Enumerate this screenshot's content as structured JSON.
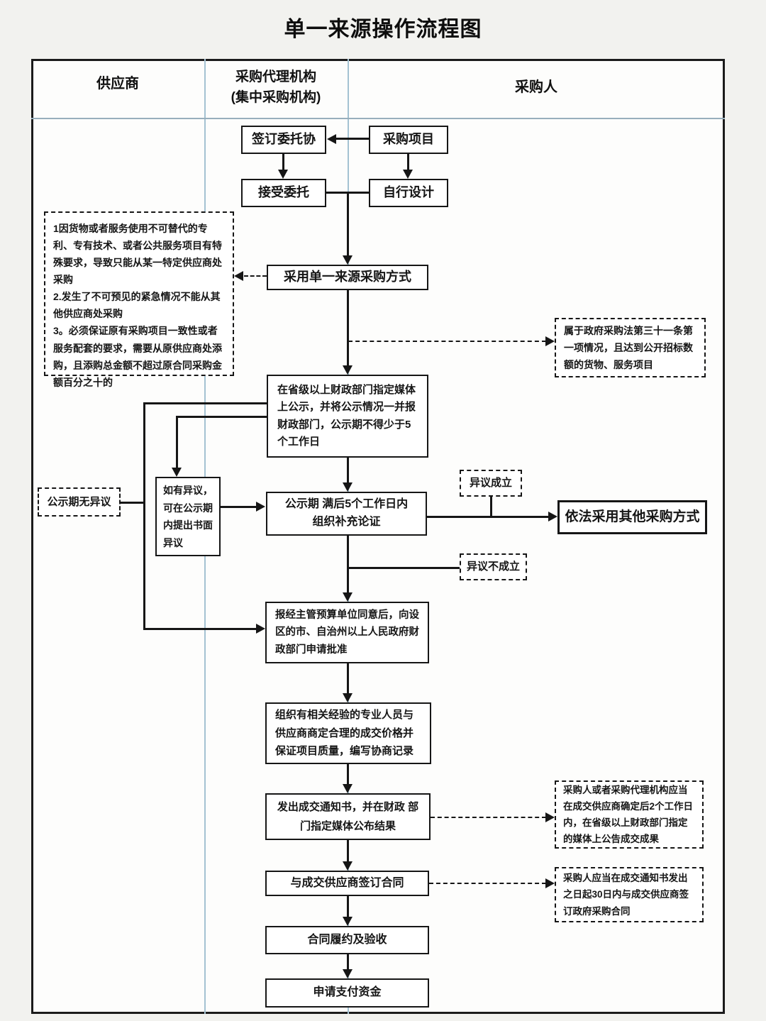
{
  "title": "单一来源操作流程图",
  "columns": {
    "supplier": "供应商",
    "agency_line1": "采购代理机构",
    "agency_line2": "(集中采购机构)",
    "purchaser": "采购人"
  },
  "nodes": {
    "sign_agreement": "签订委托协",
    "procurement_project": "采购项目",
    "accept_entrust": "接受委托",
    "self_design": "自行设计",
    "adopt_single_source": "采用单一来源采购方式",
    "publicity": "在省级以上财政部门指定媒体上公示，并将公示情况一并报财政部门，公示期不得少于5个工作日",
    "objection_window": "如有异议，可在公示期内提出书面异议",
    "review_line1": "公示期 满后5个工作日内",
    "review_line2": "组织补充论证",
    "other_method": "依法采用其他采购方式",
    "apply_approval": "报经主管预算单位同意后，向设区的市、自治州以上人民政府财政部门申请批准",
    "organize_negotiation": "组织有相关经验的专业人员与供应商商定合理的成交价格并保证项目质量，编写协商记录",
    "deal_notice": "发出成交通知书，并在财政 部门指定媒体公布结果",
    "sign_contract": "与成交供应商签订合同",
    "contract_fulfillment": "合同履约及验收",
    "apply_payment": "申请支付资金"
  },
  "annotations": {
    "reasons": [
      "1因货物或者服务使用不可替代的专利、专有技术、或者公共服务项目有特殊要求，导致只能从某一特定供应商处采购",
      "2.发生了不可预见的紧急情况不能从其他供应商处采购",
      "3。必须保证原有采购项目一致性或者服务配套的要求，需要从原供应商处添购，且添购总金额不超过原合同采购金额百分之十的"
    ],
    "law_article31": "属于政府采购法第三十一条第一项情况，且达到公开招标数额的货物、服务项目",
    "no_objection": "公示期无异议",
    "objection_valid": "异议成立",
    "objection_invalid": "异议不成立",
    "announce_result": "采购人或者采购代理机构应当在成交供应商确定后2个工作日内，在省级以上财政部门指定的媒体上公告成交成果",
    "sign_within_30_days": "采购人应当在成交通知书发出之日起30日内与成交供应商签订政府采购合同"
  },
  "colors": {
    "line": "#161616",
    "divider": "#a4c2d2",
    "background": "#f2f2ef",
    "box_fill": "#ffffff"
  }
}
